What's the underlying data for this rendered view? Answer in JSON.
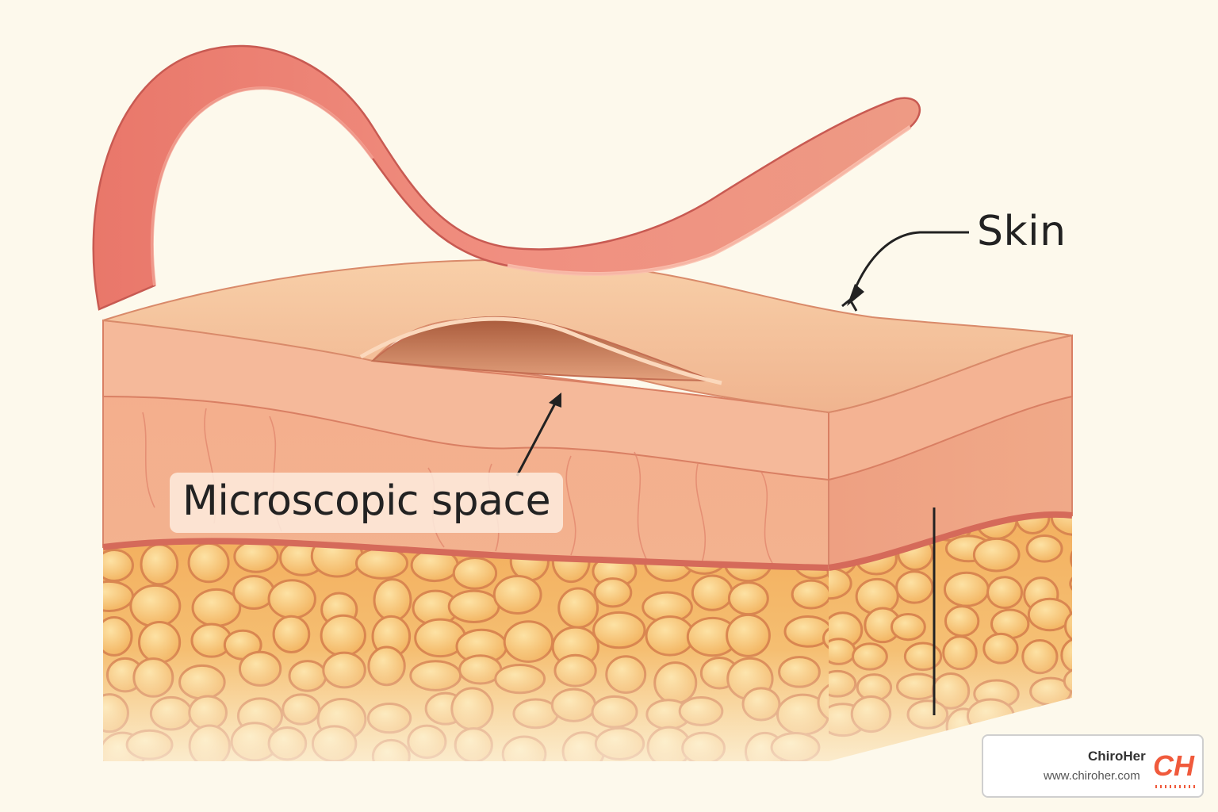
{
  "labels": {
    "skin": "Skin",
    "microscopic_space": "Microscopic space"
  },
  "brand": {
    "name": "ChiroHer",
    "url": "www.chiroher.com",
    "logo_letters": "CH",
    "logo_color": "#f05a3c"
  },
  "colors": {
    "background": "#fdf9ec",
    "tape": "#ee8a7c",
    "epidermis": "#f4b896",
    "dermis": "#f2a98a",
    "fat": "#f5c070"
  }
}
